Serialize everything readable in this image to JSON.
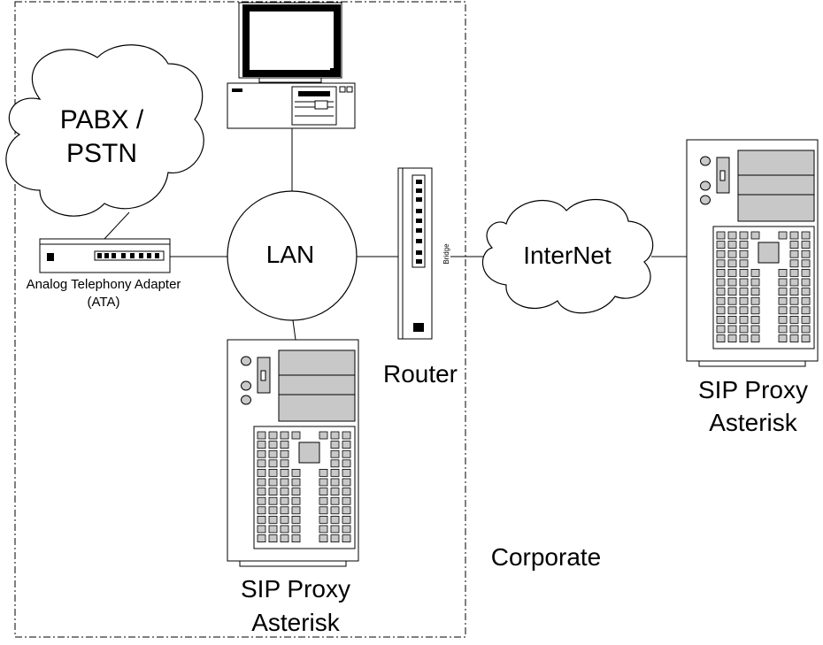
{
  "labels": {
    "pabx_line1": "PABX /",
    "pabx_line2": "PSTN",
    "lan": "LAN",
    "internet": "InterNet",
    "ata_line1": "Analog Telephony Adapter",
    "ata_line2": "(ATA)",
    "router": "Router",
    "bridge": "Bridge",
    "corporate": "Corporate",
    "sip_local_line1": "SIP Proxy",
    "sip_local_line2": "Asterisk",
    "sip_remote_line1": "SIP Proxy",
    "sip_remote_line2": "Asterisk"
  },
  "colors": {
    "stroke": "#000000",
    "panel_gray": "#c8c8c8",
    "background": "#ffffff"
  }
}
